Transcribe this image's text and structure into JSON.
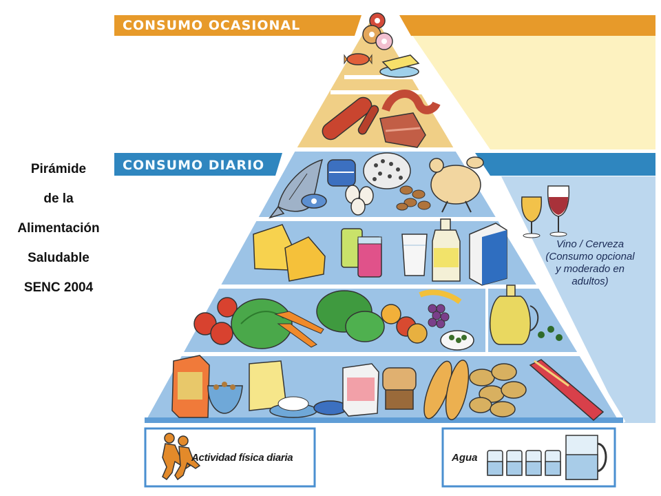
{
  "title_lines": [
    "Pirámide",
    "de la",
    "Alimentación",
    "Saludable",
    "SENC 2004"
  ],
  "bands": {
    "ocasional": "CONSUMO OCASIONAL",
    "diario": "CONSUMO DIARIO"
  },
  "wine_caption_lines": [
    "Vino / Cerveza",
    "(Consumo opcional",
    "y moderado en",
    "adultos)"
  ],
  "bottom": {
    "actividad": "Actividad física diaria",
    "agua": "Agua"
  },
  "colors": {
    "orange_band": "#e79a2a",
    "occasional_fill": "#f0cf86",
    "cream_panel": "#fdf2c0",
    "blue_band": "#2f86bf",
    "daily_fill": "#9cc3e6",
    "daily_dark": "#6fa4d6",
    "right_panel": "#bcd7ee"
  },
  "icons": [
    "donuts-icon",
    "candy-icon",
    "butter-icon",
    "sausage-icon",
    "ham-icon",
    "fish-icon",
    "tin-can-icon",
    "legumes-icon",
    "eggs-icon",
    "nuts-icon",
    "chicken-icon",
    "cheese-icon",
    "yogurt-icon",
    "milk-glass-icon",
    "milk-bottle-icon",
    "milk-carton-icon",
    "tomatoes-icon",
    "lettuce-icon",
    "carrots-icon",
    "chard-icon",
    "fruits-icon",
    "grapes-icon",
    "olives-icon",
    "olive-oil-icon",
    "flour-bag-icon",
    "cereal-bowl-icon",
    "rice-bag-icon",
    "sugar-bowl-icon",
    "cereal-box-icon",
    "bread-icon",
    "baguette-icon",
    "potatoes-icon",
    "pasta-icon",
    "wine-glass-icon",
    "beer-glass-icon",
    "runners-icon",
    "water-glass-icon",
    "water-jug-icon"
  ]
}
